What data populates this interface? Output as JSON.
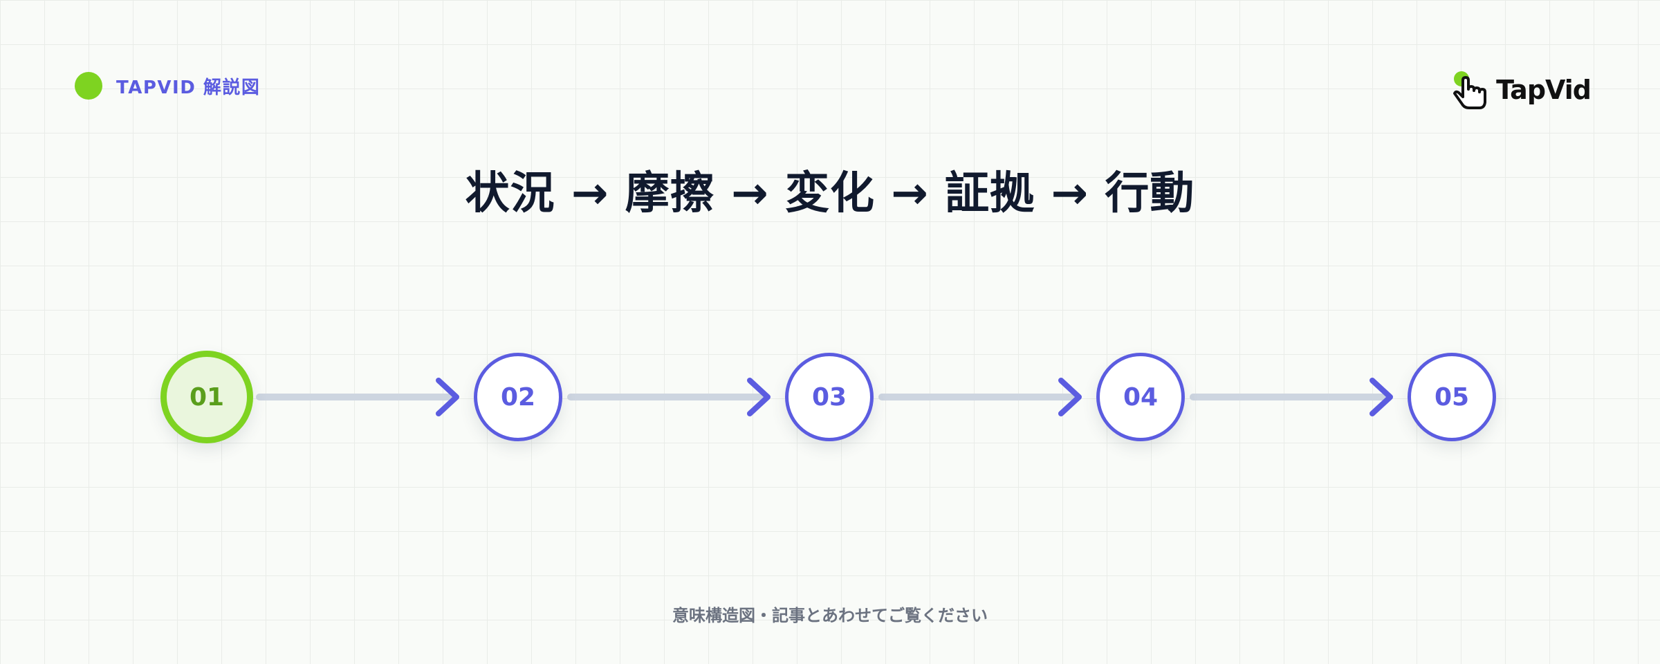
{
  "header": {
    "brand_tag": "TAPVID 解説図",
    "logo_text": "TapVid"
  },
  "headline": "状況 → 摩擦 → 変化 → 証拠 → 行動",
  "flow": {
    "steps": [
      {
        "label": "01",
        "active": true
      },
      {
        "label": "02",
        "active": false
      },
      {
        "label": "03",
        "active": false
      },
      {
        "label": "04",
        "active": false
      },
      {
        "label": "05",
        "active": false
      }
    ]
  },
  "footer": "意味構造図・記事とあわせてご覧ください",
  "colors": {
    "accent": "#5b5ce0",
    "brand_green": "#7ed321",
    "connector": "#cdd5e0",
    "headline": "#111a2e"
  }
}
